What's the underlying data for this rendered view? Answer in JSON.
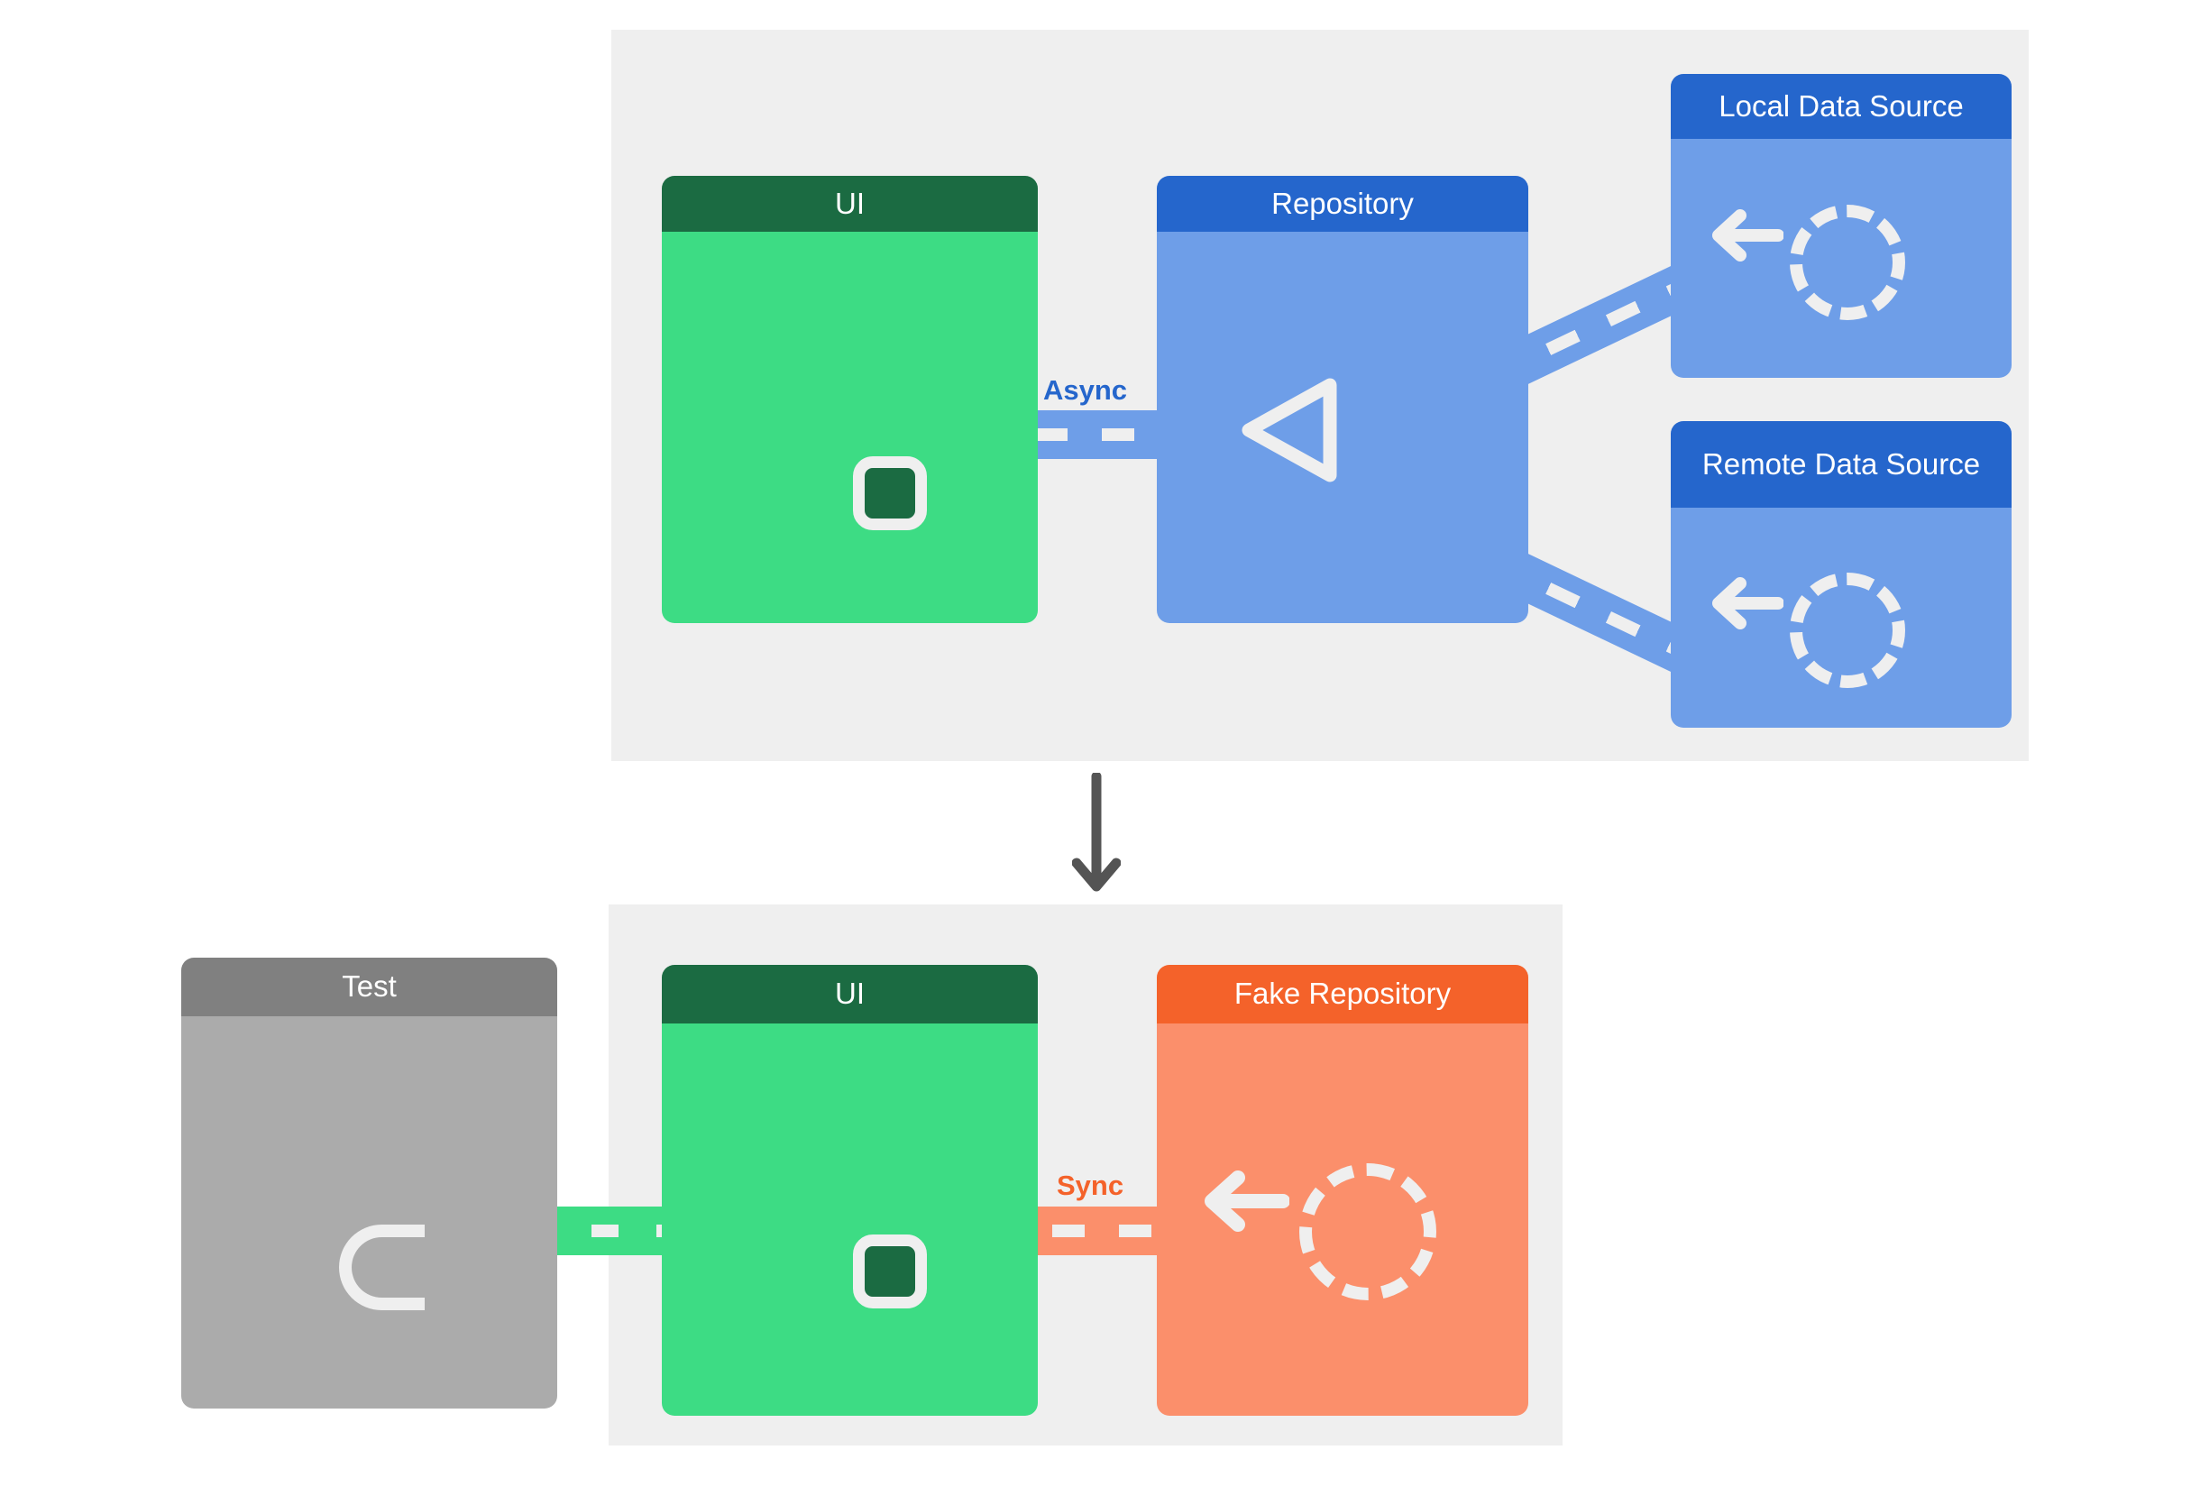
{
  "diagram": {
    "title_present": false,
    "sections": {
      "production": {
        "name": "production-architecture",
        "cards": [
          {
            "id": "ui",
            "label": "UI",
            "accent": "#1b6b42",
            "body": "#3ddc84",
            "icon": "square-socket-icon"
          },
          {
            "id": "repository",
            "label": "Repository",
            "accent": "#2566cc",
            "body": "#6e9ee8",
            "icon": "splitter-triangle-icon"
          },
          {
            "id": "local_data_source",
            "label": "Local Data Source",
            "accent": "#2566cc",
            "body": "#6e9ee8",
            "icon": "dashed-circle-icon"
          },
          {
            "id": "remote_data_source",
            "label": "Remote Data Source",
            "accent": "#2566cc",
            "body": "#6e9ee8",
            "icon": "dashed-circle-icon"
          }
        ],
        "connections": [
          {
            "from": "ui",
            "to": "repository",
            "label": "Async",
            "label_color": "#2566cc",
            "style": "dashed",
            "color": "#6e9ee8"
          },
          {
            "from": "repository",
            "to": "local_data_source",
            "label": "",
            "style": "dashed",
            "color": "#6e9ee8"
          },
          {
            "from": "repository",
            "to": "remote_data_source",
            "label": "",
            "style": "dashed",
            "color": "#6e9ee8"
          }
        ]
      },
      "test": {
        "name": "test-architecture",
        "cards": [
          {
            "id": "test",
            "label": "Test",
            "accent": "#808080",
            "body": "#ababab",
            "icon": "d-socket-icon"
          },
          {
            "id": "ui",
            "label": "UI",
            "accent": "#1b6b42",
            "body": "#3ddc84",
            "icon": "square-socket-icon"
          },
          {
            "id": "fake_repository",
            "label": "Fake Repository",
            "accent": "#f4622a",
            "body": "#fb8f6b",
            "icon": "dashed-circle-icon"
          }
        ],
        "connections": [
          {
            "from": "test",
            "to": "ui",
            "label": "",
            "style": "dashed",
            "color": "#3ddc84"
          },
          {
            "from": "ui",
            "to": "fake_repository",
            "label": "Sync",
            "label_color": "#f4622a",
            "style": "dashed",
            "color": "#fb8f6b"
          }
        ]
      }
    },
    "transition": {
      "icon": "down-arrow-icon",
      "color": "#545454"
    },
    "panel_background": "#efefef",
    "page_background": "#ffffff"
  }
}
